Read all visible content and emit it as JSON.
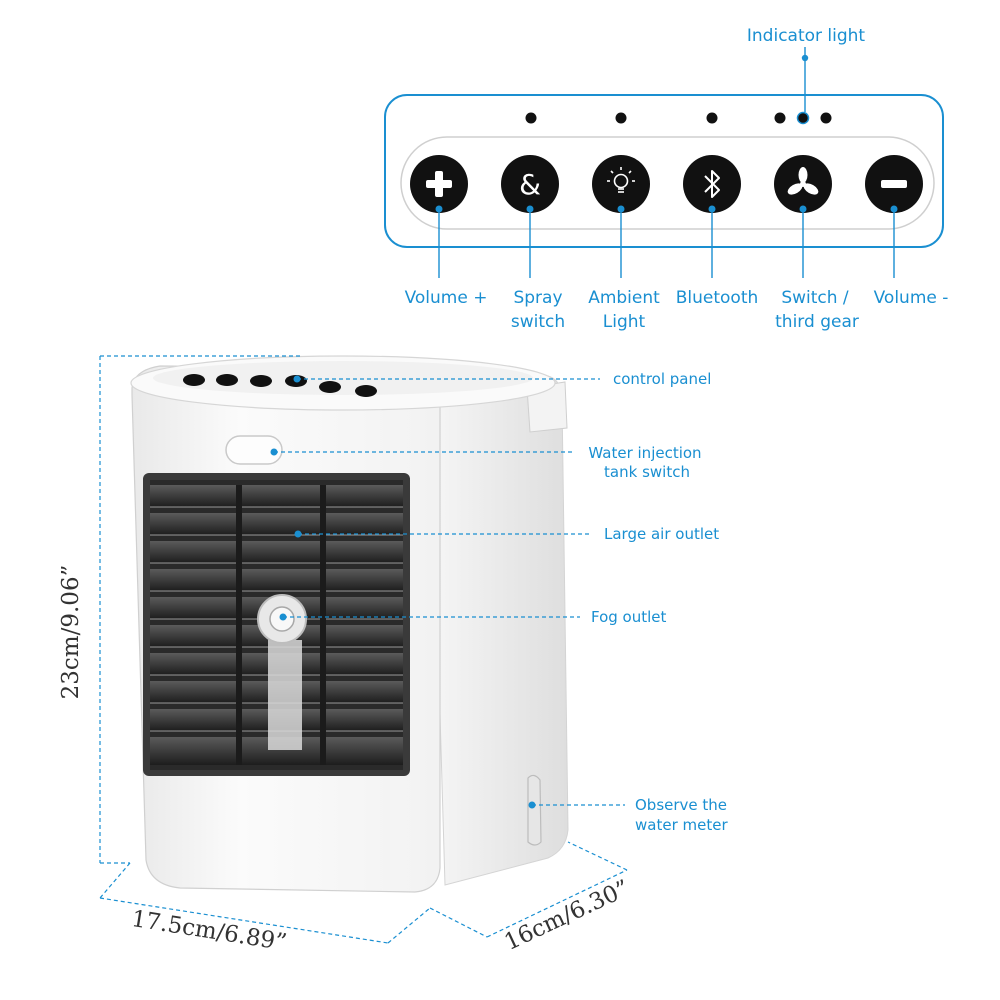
{
  "panel": {
    "indicator_label": "Indicator light",
    "buttons": [
      {
        "icon": "plus-icon",
        "label_lines": [
          "Volume +"
        ]
      },
      {
        "icon": "spray-icon",
        "label_lines": [
          "Spray",
          "switch"
        ]
      },
      {
        "icon": "lightbulb-icon",
        "label_lines": [
          "Ambient",
          "Light"
        ]
      },
      {
        "icon": "bluetooth-icon",
        "label_lines": [
          "Bluetooth"
        ]
      },
      {
        "icon": "fan-icon",
        "label_lines": [
          "Switch /",
          "third gear"
        ]
      },
      {
        "icon": "minus-icon",
        "label_lines": [
          "Volume -"
        ]
      }
    ]
  },
  "callouts": {
    "control_panel": "control panel",
    "water_injection": [
      "Water injection",
      "tank switch"
    ],
    "large_air_outlet": "Large air outlet",
    "fog_outlet": "Fog outlet",
    "water_meter": [
      "Observe the",
      "water meter"
    ]
  },
  "dimensions": {
    "height": "23cm/9.06”",
    "width": "17.5cm/6.89”",
    "depth": "16cm/6.30”"
  },
  "colors": {
    "accent": "#1a8fd1",
    "button": "#111111",
    "body": "#f4f4f4"
  }
}
